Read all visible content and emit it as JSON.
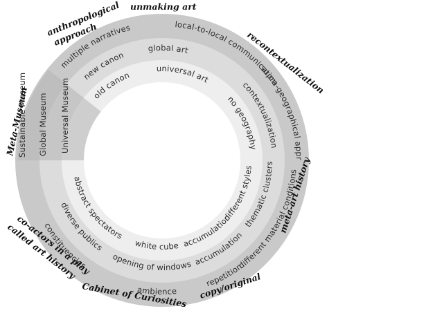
{
  "colors": {
    "outer_ring": "#c9c9c9",
    "middle_ring": "#dcdcdc",
    "inner_ring": "#eeeeee",
    "wedge_dark": "#b5b5b5",
    "wedge_mid": "#cdcdcd",
    "wedge_light": "#e3e3e3",
    "center": "#ffffff",
    "text": "#2b2b2b",
    "outer_text": "#111111"
  },
  "outer_labels": {
    "unmaking_art": "unmaking art",
    "anthropological_line1": "anthropological",
    "anthropological_line2": "approach",
    "recontextualization": "recontextualization",
    "meta_museum": "Meta-Museum",
    "meta_art_history": "meta-art history",
    "co_actors_line1": "co-actors in a play",
    "co_actors_line2": "called art history",
    "cabinet": "Cabinet of Curiosities",
    "copy_original": "copy/original"
  },
  "ring_labels": {
    "local_to_local": "local-to-local communication",
    "global_art": "global art",
    "universal_art": "universal art",
    "multiple_narratives": "multiple narratives",
    "new_canon": "new canon",
    "old_canon": "old canon",
    "contextualization": "contextualization",
    "supra_geographical": "supra-geographical approach",
    "no_geography": "no geography",
    "sustainable_museum": "Sustainable Museum",
    "global_museum": "Global Museum",
    "universal_museum": "Universal Museum",
    "abstract_spectators": "abstract spectators",
    "diverse_publics": "diverse publics",
    "constituencies": "constituencies",
    "white_cube": "white cube",
    "opening_of_windows": "opening of windows",
    "ambience": "ambience",
    "accumulation_inner": "accumulation",
    "accumulation_middle": "accumulation",
    "repetition": "repetition",
    "different_styles": "different styles",
    "thematic_clusters": "thematic clusters",
    "different_material_conditions": "different material conditions"
  }
}
